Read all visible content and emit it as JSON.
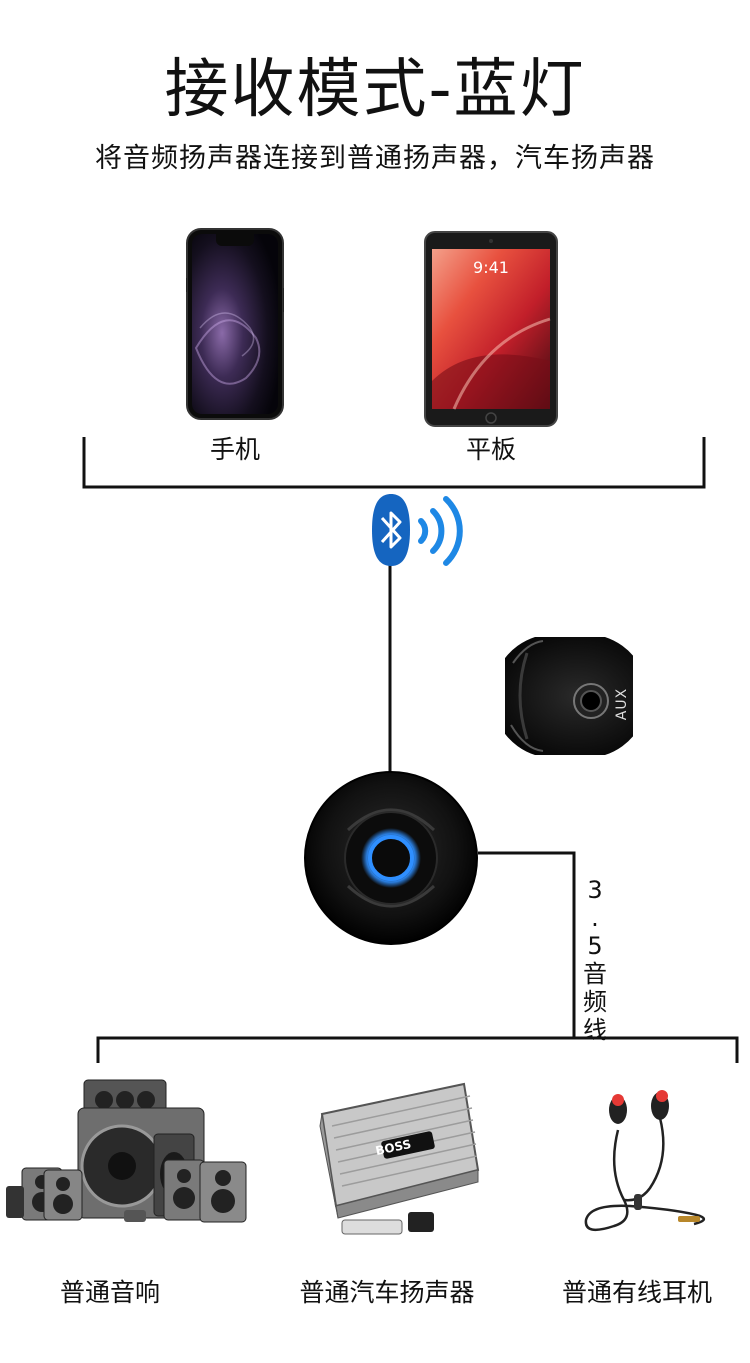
{
  "header": {
    "title": "接收模式-蓝灯",
    "subtitle": "将音频扬声器连接到普通扬声器，汽车扬声器"
  },
  "sources": [
    {
      "label": "手机"
    },
    {
      "label": "平板"
    }
  ],
  "tablet_screen": {
    "time": "9:41"
  },
  "aux_port": {
    "label": "AUX"
  },
  "cable": {
    "label_chars": [
      "3",
      ".",
      "5",
      "音",
      "频",
      "线"
    ]
  },
  "outputs": [
    {
      "label": "普通音响"
    },
    {
      "label": "普通汽车扬声器"
    },
    {
      "label": "普通有线耳机"
    }
  ],
  "amp_brand": "BOSS",
  "colors": {
    "bluetooth": "#1565c0",
    "led": "#2f8fff",
    "wire": "#111111"
  }
}
